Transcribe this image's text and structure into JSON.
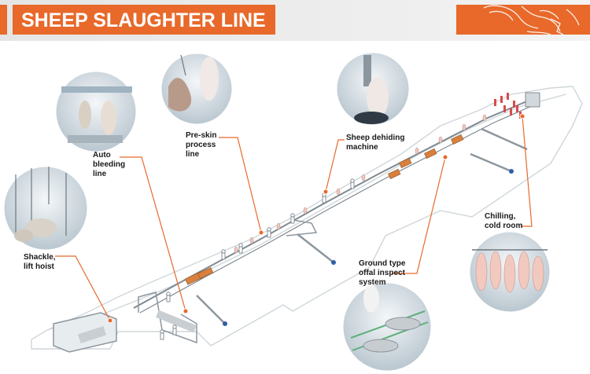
{
  "header": {
    "title": "SHEEP SLAUGHTER LINE",
    "accent_color": "#e8692a",
    "background_color": "#ececec"
  },
  "stations": [
    {
      "name": "shackle-lift-hoist",
      "lines": [
        "Shackle,",
        "lift hoist"
      ]
    },
    {
      "name": "auto-bleeding-line",
      "lines": [
        "Auto",
        "bleeding",
        "line"
      ]
    },
    {
      "name": "pre-skin-process-line",
      "lines": [
        "Pre-skin",
        "process",
        "line"
      ]
    },
    {
      "name": "sheep-dehiding-machine",
      "lines": [
        "Sheep dehiding",
        "machine"
      ]
    },
    {
      "name": "chilling-cold-room",
      "lines": [
        "Chilling,",
        "cold room"
      ]
    },
    {
      "name": "ground-type-offal-inspect-system",
      "lines": [
        "Ground type",
        "offal inspect",
        "system"
      ]
    }
  ],
  "colors": {
    "leader_line": "#e8692a",
    "floor_outline": "#cfd6da",
    "conveyor": "#7f8a93",
    "platform": "#c9ced2",
    "carcass": "#f2c9bf"
  }
}
